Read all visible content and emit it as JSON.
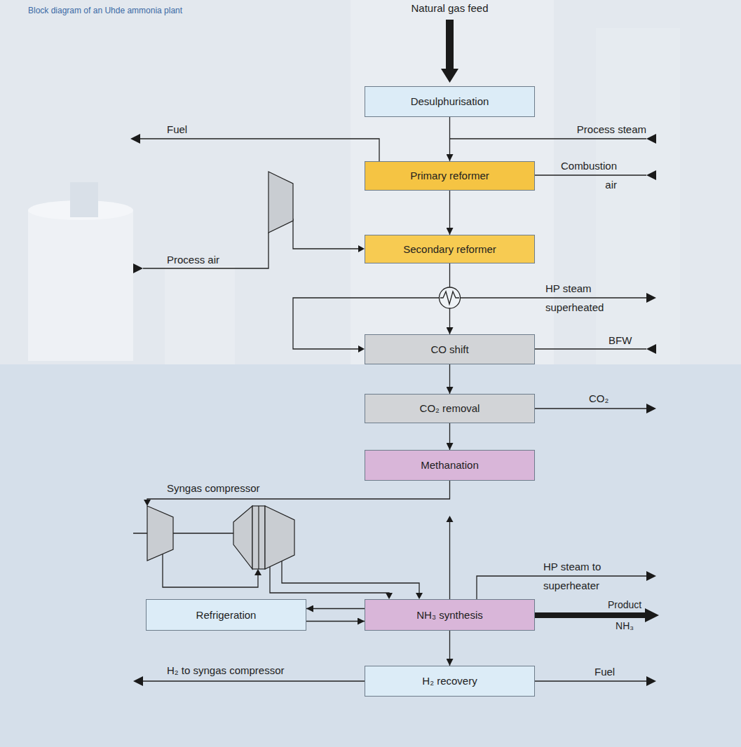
{
  "diagram": {
    "title": "Block diagram of an Uhde ammonia plant",
    "nodes": [
      {
        "text": [
          "Desulphurisation"
        ]
      },
      {
        "text": [
          "Primary reformer"
        ]
      },
      {
        "text": [
          "Secondary reformer"
        ]
      },
      {
        "text": [
          "CO shift"
        ]
      },
      {
        "text": [
          "CO₂ removal"
        ]
      },
      {
        "text": [
          "Methanation"
        ]
      },
      {
        "text": [
          "Refrigeration"
        ]
      },
      {
        "text": [
          "NH₃ synthesis"
        ]
      },
      {
        "text": [
          "H₂ recovery"
        ]
      }
    ],
    "edges": [
      {
        "from": 0,
        "to": 1,
        "arrow": "to"
      },
      {
        "from": 1,
        "to": 2,
        "arrow": "to"
      },
      {
        "from": 2,
        "to": 3,
        "arrow": "to"
      },
      {
        "from": 3,
        "to": 4,
        "arrow": "to"
      },
      {
        "from": 4,
        "to": 5,
        "arrow": "to"
      },
      {
        "from": 7,
        "to": 6,
        "arrow": "to"
      },
      {
        "from": 6,
        "to": 7,
        "arrow": "to"
      },
      {
        "from": 7,
        "to": 8,
        "arrow": "to"
      }
    ],
    "labels": [
      "Natural gas feed",
      "Fuel",
      "Process steam",
      "Combustion air",
      "Process air",
      "HP steam superheated",
      "BFW",
      "CO₂",
      "Syngas compressor",
      "HP steam to superheater",
      "Product NH₃",
      "H₂ to syngas compressor",
      "Fuel"
    ]
  }
}
